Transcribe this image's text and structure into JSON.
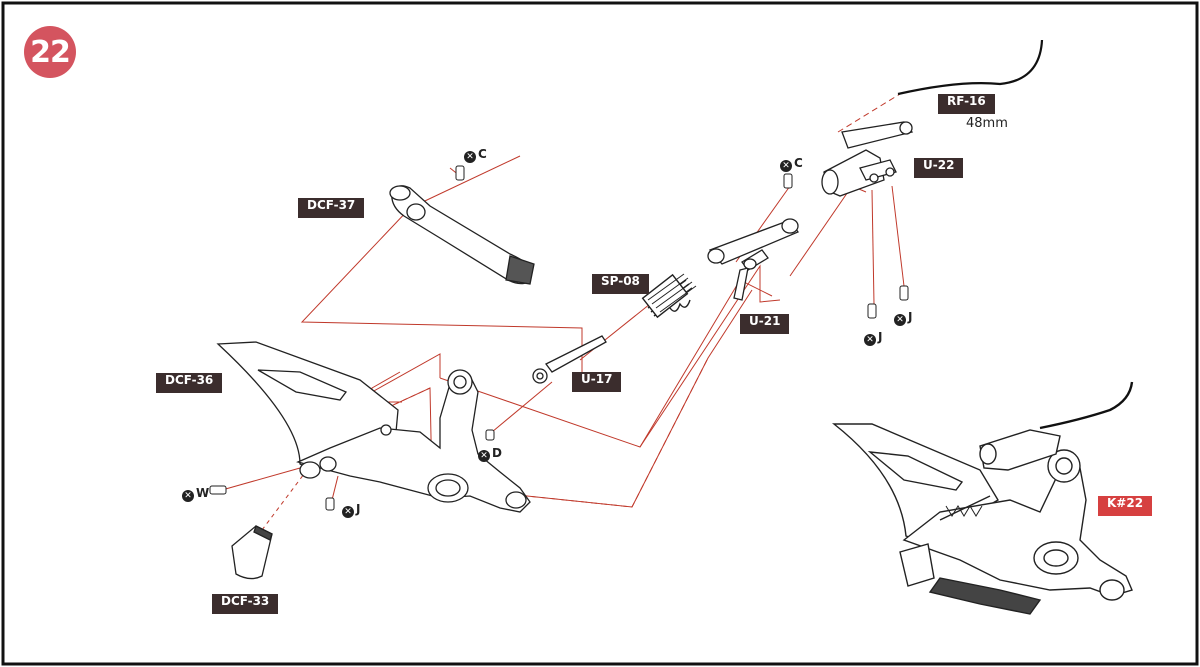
{
  "step_number": "22",
  "parts": {
    "rf16": "RF-16",
    "rf16_length": "48mm",
    "u22": "U-22",
    "dcf37": "DCF-37",
    "sp08": "SP-08",
    "u21": "U-21",
    "dcf36": "DCF-36",
    "u17": "U-17",
    "dcf33": "DCF-33",
    "kit_ref": "K#22"
  },
  "fasteners": {
    "c1": "C",
    "c2": "C",
    "d": "D",
    "w": "W",
    "j1": "J",
    "j2": "J",
    "j3": "J"
  },
  "colors": {
    "badge": "#d4545f",
    "label_bg": "#3b2d2d",
    "kit_label_bg": "#d64040",
    "guide_line": "#c0392b"
  }
}
